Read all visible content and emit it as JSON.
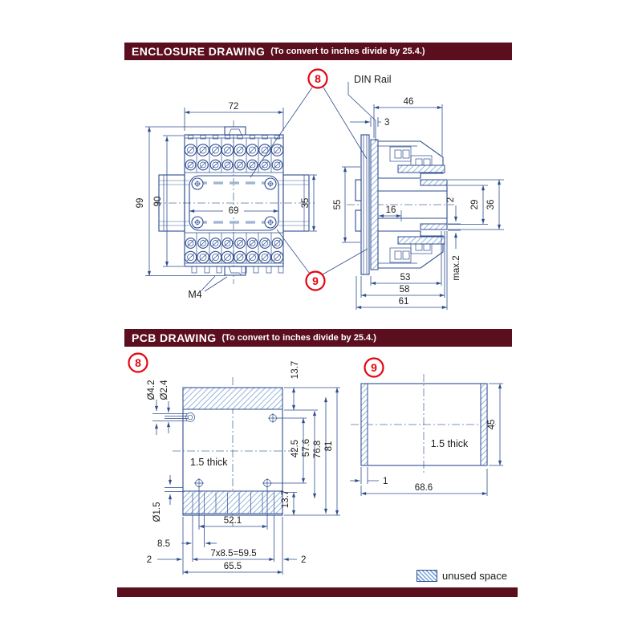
{
  "colors": {
    "header_bar": "#5A0E1E",
    "drawing_blue": "#2E4D8F",
    "callout_red": "#E30613",
    "hatch_blue": "#7AA3D4"
  },
  "enclosure_section": {
    "title": "ENCLOSURE DRAWING",
    "subtitle": "(To convert to inches divide by 25.4.)",
    "callout_front": "8",
    "callout_side": "9",
    "din_rail_label": "DIN Rail",
    "m4_label": "M4",
    "front_view": {
      "dims": {
        "width": "72",
        "height": "99",
        "inner_height": "90",
        "rail_span": "69",
        "rail_height": "35"
      }
    },
    "side_view": {
      "dims": {
        "depth": "46",
        "plate": "3",
        "height": "55",
        "inner": "16",
        "wall": "2",
        "tube_inner": "29",
        "tube_outer": "36",
        "max_note": "max.2",
        "lower_a": "53",
        "lower_b": "58",
        "lower_c": "61"
      }
    }
  },
  "pcb_section": {
    "title": "PCB DRAWING",
    "subtitle": "(To convert to inches divide by 25.4.)",
    "board8": {
      "callout": "8",
      "thickness_note": "1.5 thick",
      "dims": {
        "slot_outer": "Ø4.2",
        "slot_inner": "Ø2.4",
        "band_top": "13.7",
        "band_bottom": "13.7",
        "hole": "Ø1.5",
        "span_holes": "42.5",
        "span_b": "57.6",
        "span_c": "76.8",
        "height": "81",
        "width_holes": "52.1",
        "pitch": "8.5",
        "pitch_total": "7x8.5=59.5",
        "margin_left": "2",
        "margin_right": "2",
        "width": "65.5"
      }
    },
    "board9": {
      "callout": "9",
      "thickness_note": "1.5 thick",
      "dims": {
        "height": "45",
        "strip": "1",
        "width": "68.6"
      }
    }
  },
  "legend": {
    "unused_space": "unused space"
  }
}
